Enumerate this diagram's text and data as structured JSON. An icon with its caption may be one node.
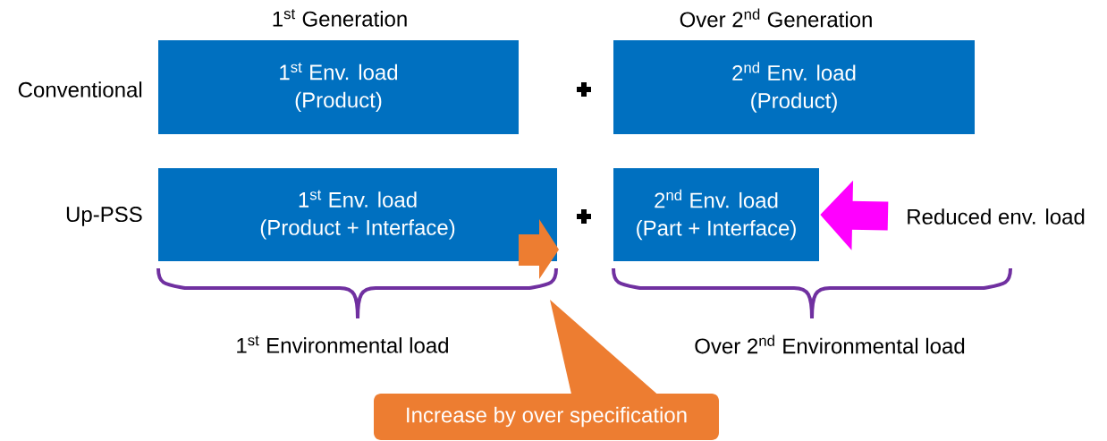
{
  "diagram": {
    "nodes": [
      {
        "text": [
          "1$^{st}$ Env. load",
          "(Product)"
        ]
      },
      {
        "text": [
          "2$^{nd}$ Env. load",
          "(Product)"
        ]
      },
      {
        "text": [
          "1$^{st}$ Env. load",
          "(Product + Interface)"
        ]
      },
      {
        "text": [
          "2$^{nd}$ Env. load",
          "(Part + Interface)"
        ]
      },
      {
        "text": [
          "Reduced env. load"
        ]
      },
      {
        "text": [
          "Increase by over specification"
        ]
      }
    ],
    "edges": [
      {
        "from": 4,
        "to": 3,
        "arrow": "to",
        "color": "#ff00ff"
      }
    ],
    "labels": [
      "1$^{st}$ Generation",
      "Over 2$^{nd}$ Generation",
      "Conventional",
      "Up-PSS",
      "1$^{st}$ Environmental load",
      "Over 2$^{nd}$ Environmental load"
    ]
  }
}
